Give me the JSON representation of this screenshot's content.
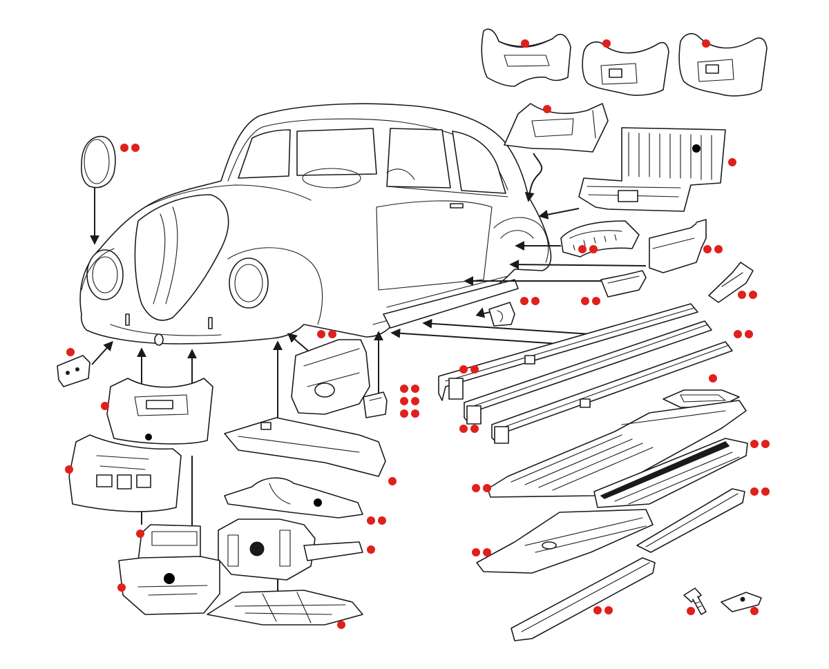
{
  "colors": {
    "line": "#1a1a1a",
    "marker": "#e0201b",
    "background": "#ffffff"
  },
  "parts": [
    {
      "id": "headlight-bucket",
      "markers": 2
    },
    {
      "id": "rear-apron-1",
      "markers": 1
    },
    {
      "id": "rear-apron-2",
      "markers": 1
    },
    {
      "id": "rear-apron-3",
      "markers": 1
    },
    {
      "id": "inner-wheelhouse-upper",
      "markers": 1
    },
    {
      "id": "rear-floor-panel",
      "markers": 1
    },
    {
      "id": "wheelhouse-arch",
      "markers": 2
    },
    {
      "id": "rear-quarter-section",
      "markers": 2
    },
    {
      "id": "small-bracket-right",
      "markers": 2
    },
    {
      "id": "heater-channel-end",
      "markers": 2
    },
    {
      "id": "floor-clip",
      "markers": 2
    },
    {
      "id": "heater-channel-long-1",
      "markers": 2
    },
    {
      "id": "heater-channel-long-2",
      "markers": 2
    },
    {
      "id": "heater-channel-long-3",
      "markers": 2
    },
    {
      "id": "front-bracket-left",
      "markers": 1
    },
    {
      "id": "front-inner-fender",
      "markers": 2
    },
    {
      "id": "door-post-brackets",
      "markers": 6
    },
    {
      "id": "front-apron-upper",
      "markers": 1
    },
    {
      "id": "front-apron-lower",
      "markers": 1
    },
    {
      "id": "front-beam-mount",
      "markers": 1
    },
    {
      "id": "frame-head-upper",
      "markers": 1
    },
    {
      "id": "frame-head",
      "markers": 2
    },
    {
      "id": "spare-wheel-well",
      "markers": 1
    },
    {
      "id": "front-valance",
      "markers": 1
    },
    {
      "id": "frame-fork-plate",
      "markers": 1
    },
    {
      "id": "battery-tray",
      "markers": 1
    },
    {
      "id": "floor-pan-half-1",
      "markers": 2
    },
    {
      "id": "floor-pan-half-2",
      "markers": 2
    },
    {
      "id": "floor-pan-section-1",
      "markers": 2
    },
    {
      "id": "floor-pan-section-2",
      "markers": 2
    },
    {
      "id": "floor-pan-strip",
      "markers": 2
    },
    {
      "id": "bolt",
      "markers": 1
    },
    {
      "id": "clip-nut",
      "markers": 1
    }
  ]
}
